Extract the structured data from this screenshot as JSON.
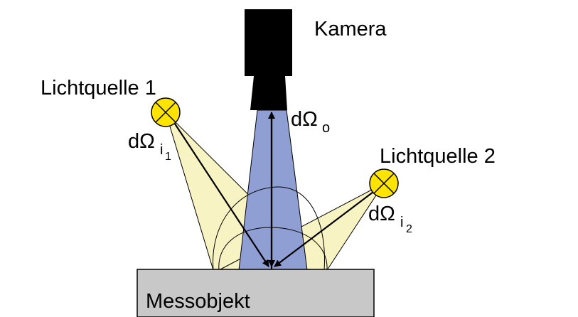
{
  "labels": {
    "camera": "Kamera",
    "light_source_1": "Lichtquelle 1",
    "light_source_2": "Lichtquelle 2",
    "object": "Messobjekt"
  },
  "solid_angles": {
    "observer": {
      "base": "dΩ",
      "sub": "o"
    },
    "incident_1": {
      "base": "dΩ",
      "sub": "i",
      "subsub": "1"
    },
    "incident_2": {
      "base": "dΩ",
      "sub": "i",
      "subsub": "2"
    }
  },
  "colors": {
    "camera": "#000000",
    "camera_cone": "#8f9fd4",
    "light_cone": "#f8f3c2",
    "lamp_fill": "#ffe400",
    "object_fill": "#c8c8c8",
    "object_stroke": "#000000"
  },
  "icons": {
    "camera": "camera-icon",
    "lamp": "lamp-icon"
  }
}
